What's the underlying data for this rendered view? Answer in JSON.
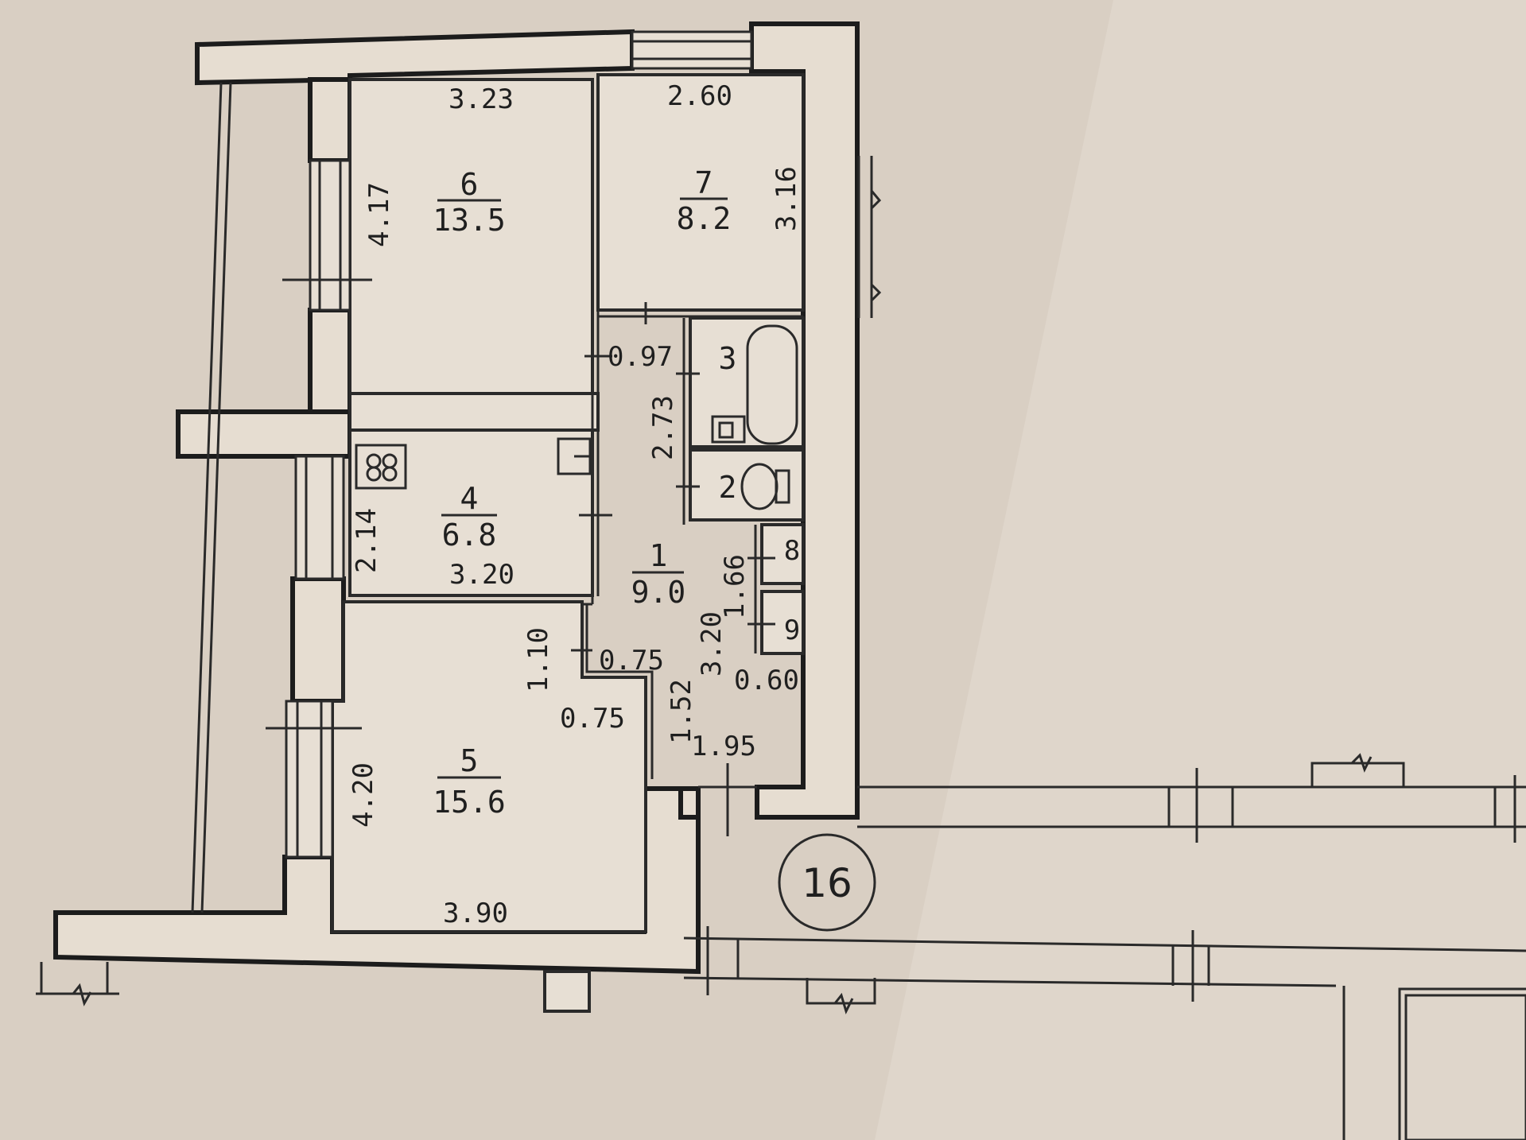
{
  "colors": {
    "paper": "#d9cfc3",
    "wall_fill": "#e6ddd1",
    "ink": "#1f1f1f"
  },
  "plan": {
    "rooms": [
      {
        "number": "6",
        "area": "13.5"
      },
      {
        "number": "7",
        "area": "8.2"
      },
      {
        "number": "4",
        "area": "6.8"
      },
      {
        "number": "5",
        "area": "15.6"
      },
      {
        "number": "1",
        "area": "9.0"
      },
      {
        "number": "3"
      },
      {
        "number": "2"
      },
      {
        "number": "8"
      },
      {
        "number": "9"
      }
    ],
    "dimensions": {
      "d_3_23": "3.23",
      "d_2_60": "2.60",
      "d_4_17": "4.17",
      "d_3_16": "3.16",
      "d_0_97": "0.97",
      "d_2_73": "2.73",
      "d_2_14": "2.14",
      "d_3_20_kitchen": "3.20",
      "d_1_66": "1.66",
      "d_1_10": "1.10",
      "d_0_75_a": "0.75",
      "d_3_20_hall": "3.20",
      "d_0_60": "0.60",
      "d_0_75_b": "0.75",
      "d_1_52": "1.52",
      "d_1_95": "1.95",
      "d_4_20": "4.20",
      "d_3_90": "3.90"
    },
    "axis_marker": "16",
    "stove_icon": "stove-icon",
    "bathtub_icon": "bathtub-icon",
    "toilet_icon": "toilet-icon"
  }
}
